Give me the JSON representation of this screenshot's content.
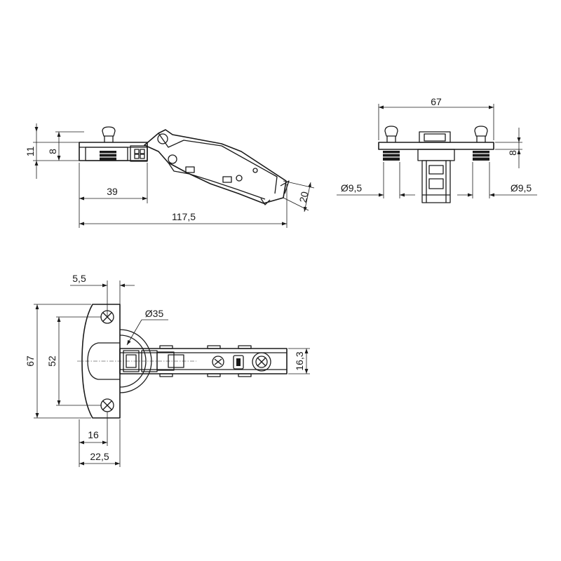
{
  "side_view": {
    "dim_height_total": "11",
    "dim_plate_thickness": "8",
    "dim_cup_offset": "39",
    "dim_overall_length": "117,5",
    "dim_arm_height": "20"
  },
  "end_view": {
    "dim_plate_width": "67",
    "dim_plate_thickness": "8",
    "dim_dowel_left": "Ø9,5",
    "dim_dowel_right": "Ø9,5"
  },
  "top_view": {
    "dim_edge_offset": "5,5",
    "dim_cup_diameter": "Ø35",
    "dim_plate_height": "67",
    "dim_hole_spacing": "52",
    "dim_hole_offset": "16",
    "dim_cup_center": "22,5",
    "dim_arm_width": "16,3"
  },
  "colors": {
    "line": "#1a1a1a",
    "background": "#ffffff"
  }
}
